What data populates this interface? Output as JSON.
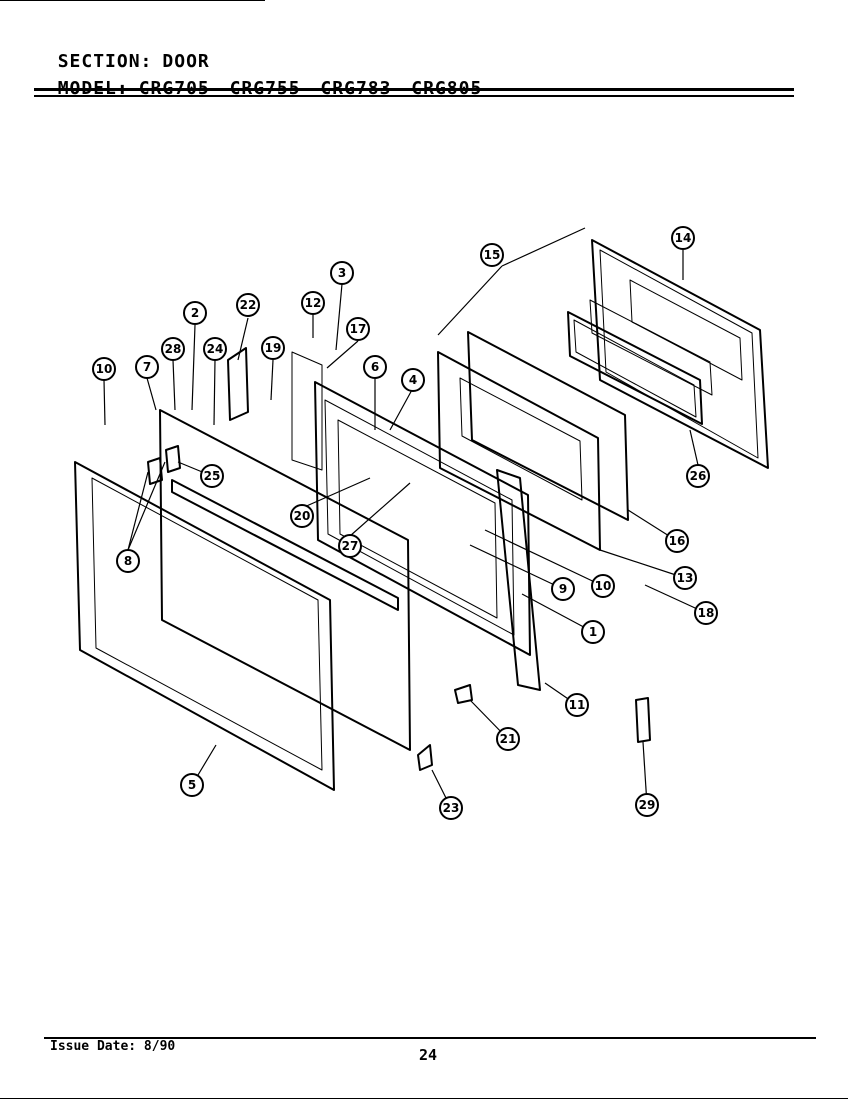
{
  "header": {
    "section_label": "SECTION:",
    "section_value": "DOOR",
    "model_label": "MODEL:",
    "model_value": "CRG705 CRG755 CRG783 CRG805"
  },
  "callouts": [
    {
      "id": "14"
    },
    {
      "id": "15"
    },
    {
      "id": "3"
    },
    {
      "id": "22"
    },
    {
      "id": "12"
    },
    {
      "id": "2"
    },
    {
      "id": "17"
    },
    {
      "id": "28"
    },
    {
      "id": "24"
    },
    {
      "id": "19"
    },
    {
      "id": "6"
    },
    {
      "id": "4"
    },
    {
      "id": "7"
    },
    {
      "id": "10"
    },
    {
      "id": "25"
    },
    {
      "id": "26"
    },
    {
      "id": "20"
    },
    {
      "id": "27"
    },
    {
      "id": "16"
    },
    {
      "id": "8"
    },
    {
      "id": "13"
    },
    {
      "id": "9"
    },
    {
      "id": "10"
    },
    {
      "id": "18"
    },
    {
      "id": "1"
    },
    {
      "id": "11"
    },
    {
      "id": "21"
    },
    {
      "id": "5"
    },
    {
      "id": "23"
    },
    {
      "id": "29"
    }
  ],
  "footer": {
    "issue_date": "Issue Date: 8/90",
    "page_number": "24"
  }
}
